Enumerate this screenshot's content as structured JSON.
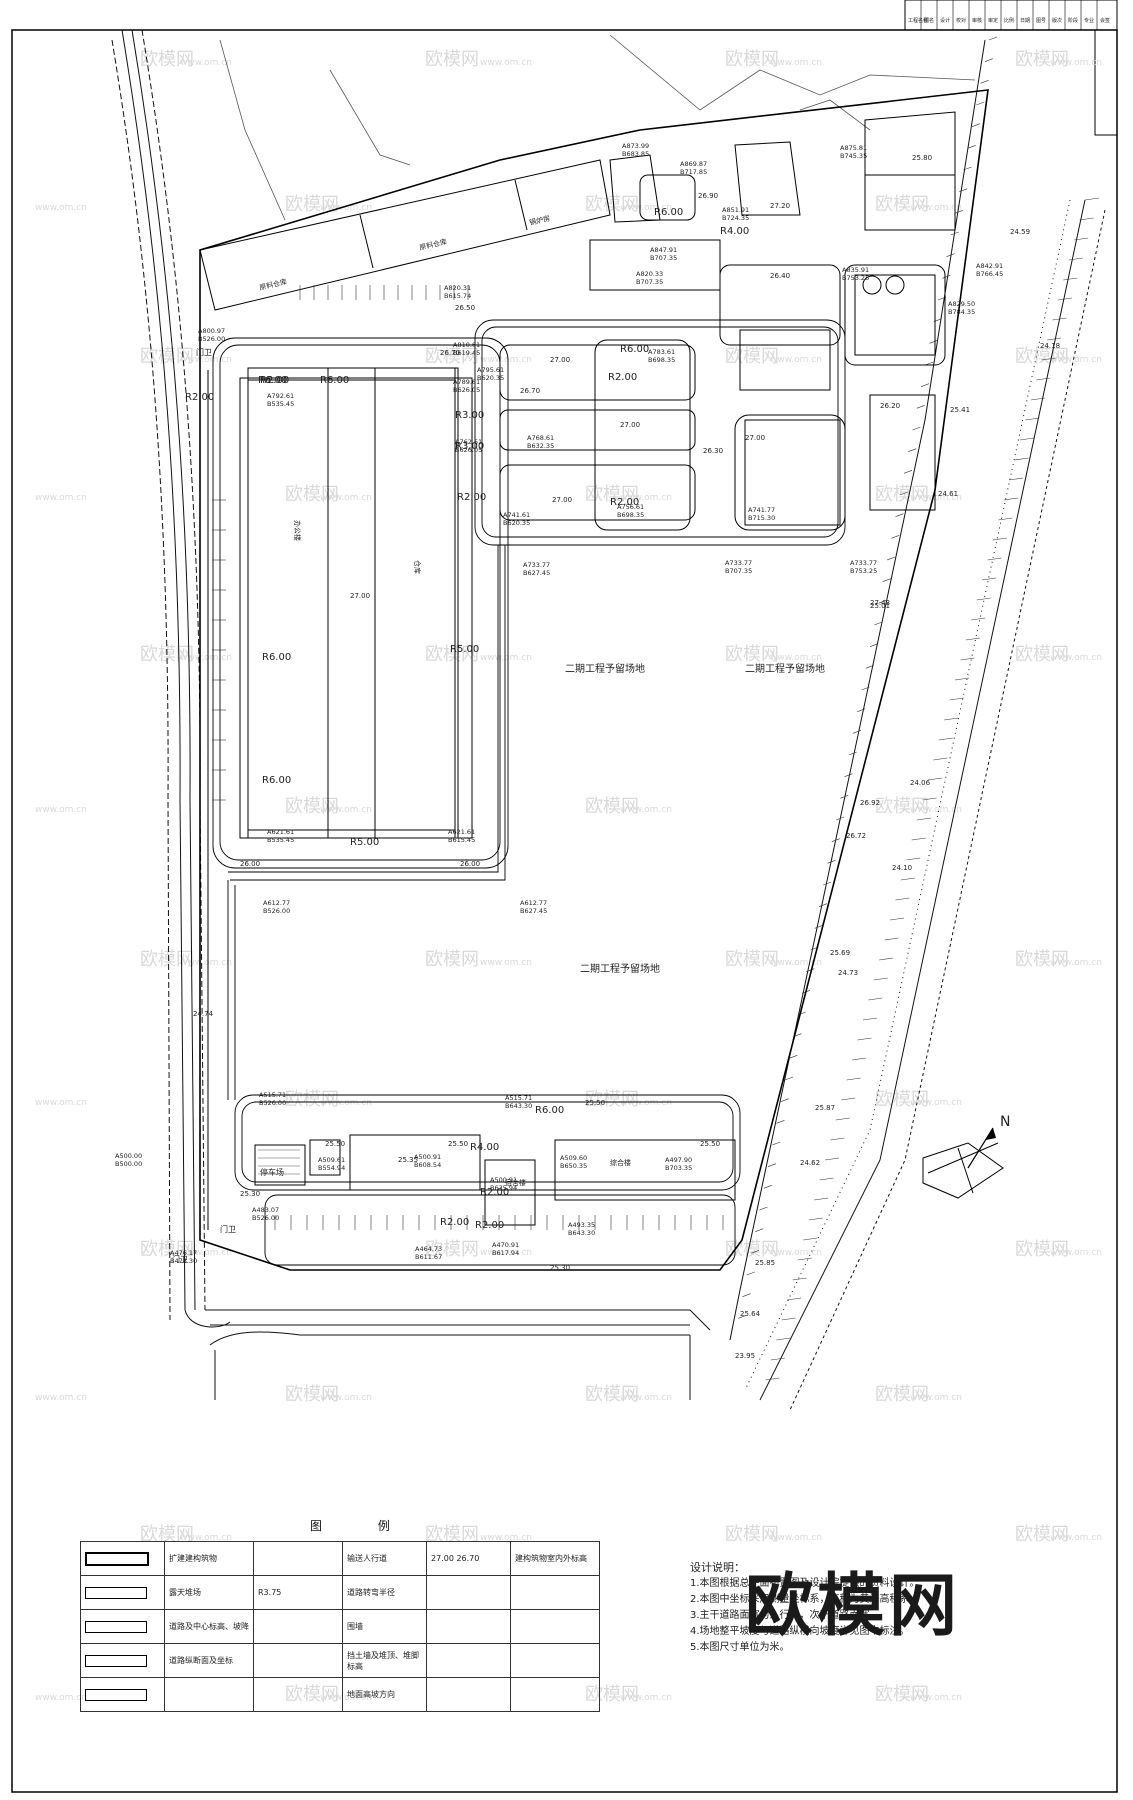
{
  "drawing": {
    "reserved_area_labels": [
      "二期工程予留场地",
      "二期工程予留场地",
      "二期工程予留场地"
    ],
    "gate_labels": [
      "门卫",
      "门卫",
      "门卫"
    ],
    "north_label": "N",
    "watermark_text": "欧模网",
    "watermark_url": "www.om.cn",
    "building_labels": [
      "原料仓库",
      "原料仓库",
      "锅炉房",
      "办公楼",
      "仓库",
      "停车场",
      "综合楼",
      "宿舍楼"
    ],
    "coordinate_tags": [
      {
        "a": "A873.99",
        "b": "B683.85"
      },
      {
        "a": "A869.87",
        "b": "B717.85"
      },
      {
        "a": "A875.81",
        "b": "B745.35"
      },
      {
        "a": "A851.91",
        "b": "B724.35"
      },
      {
        "a": "A847.91",
        "b": "B707.35"
      },
      {
        "a": "A835.91",
        "b": "B753.25"
      },
      {
        "a": "A842.91",
        "b": "B766.45"
      },
      {
        "a": "A820.31",
        "b": "B615.74"
      },
      {
        "a": "A820.33",
        "b": "B707.35"
      },
      {
        "a": "A829.50",
        "b": "B784.35"
      },
      {
        "a": "A810.61",
        "b": "B619.45"
      },
      {
        "a": "A800.97",
        "b": "B526.00"
      },
      {
        "a": "A795.61",
        "b": "B620.35"
      },
      {
        "a": "A792.61",
        "b": "B535.45"
      },
      {
        "a": "A789.61",
        "b": "B626.05"
      },
      {
        "a": "A783.61",
        "b": "B698.35"
      },
      {
        "a": "A768.61",
        "b": "B632.35"
      },
      {
        "a": "A762.61",
        "b": "B626.05"
      },
      {
        "a": "A756.61",
        "b": "B698.35"
      },
      {
        "a": "A741.61",
        "b": "B620.35"
      },
      {
        "a": "A741.77",
        "b": "B715.30"
      },
      {
        "a": "A733.77",
        "b": "B627.45"
      },
      {
        "a": "A733.77",
        "b": "B707.35"
      },
      {
        "a": "A733.77",
        "b": "B753.25"
      },
      {
        "a": "A621.61",
        "b": "B535.45"
      },
      {
        "a": "A621.61",
        "b": "B615.45"
      },
      {
        "a": "A612.77",
        "b": "B526.00"
      },
      {
        "a": "A612.77",
        "b": "B627.45"
      },
      {
        "a": "A515.71",
        "b": "B526.00"
      },
      {
        "a": "A515.71",
        "b": "B643.30"
      },
      {
        "a": "A509.61",
        "b": "B554.94"
      },
      {
        "a": "A500.91",
        "b": "B608.54"
      },
      {
        "a": "A500.91",
        "b": "B635.94"
      },
      {
        "a": "A509.60",
        "b": "B650.35"
      },
      {
        "a": "A500.00",
        "b": "B500.00"
      },
      {
        "a": "A497.90",
        "b": "B703.35"
      },
      {
        "a": "A493.35",
        "b": "B643.30"
      },
      {
        "a": "A483.07",
        "b": "B526.00"
      },
      {
        "a": "A470.91",
        "b": "B617.94"
      },
      {
        "a": "A464.73",
        "b": "B611.67"
      },
      {
        "a": "A476.17",
        "b": "B478.30"
      }
    ],
    "radius_labels": [
      "R6.00",
      "R6.00",
      "R6.00",
      "R6.00",
      "R6.00",
      "R6.00",
      "R6.00",
      "R5.00",
      "R5.00",
      "R4.00",
      "R4.00",
      "R3.00",
      "R3.00",
      "R2.00",
      "R2.00",
      "R2.00",
      "R2.00",
      "R2.00",
      "R2.00",
      "R2.00",
      "R2.00"
    ],
    "elevation_labels": [
      "27.00",
      "27.00",
      "27.00",
      "27.00",
      "27.00",
      "27.20",
      "25.80",
      "26.90",
      "26.70",
      "26.70",
      "26.50",
      "26.40",
      "26.20",
      "26.30",
      "26.00",
      "26.00",
      "25.50",
      "25.50",
      "25.50",
      "25.50",
      "25.30",
      "25.30",
      "24.74",
      "24.59",
      "24.18",
      "24.61",
      "24.06",
      "24.10",
      "24.73",
      "24.62",
      "25.85",
      "25.64",
      "23.95",
      "27.43",
      "26.92",
      "26.72",
      "25.69",
      "25.87",
      "25.35",
      "25.41",
      "25.01"
    ]
  },
  "legend": {
    "title": "图 例",
    "rows": [
      [
        "扩建建构筑物",
        "",
        "输送人行道",
        "",
        "建构筑物室内外标高"
      ],
      [
        "露天堆场",
        "R3.75",
        "道路转弯半径",
        "",
        ""
      ],
      [
        "道路及中心标高、坡降",
        "",
        "围墙",
        "",
        ""
      ],
      [
        "道路纵断面及坐标",
        "",
        "挡土墙及堆顶、堆脚标高",
        "",
        ""
      ],
      [
        "",
        "",
        "地面高坡方向",
        "",
        ""
      ]
    ],
    "symbol_elev_a": "27.00",
    "symbol_elev_b": "26.70"
  },
  "notes": {
    "heading": "设计说明：",
    "items": [
      "1.本图根据总平面布置图及设计院提供的资料设计。",
      "2.本图中坐标采用测量坐标系，高程为黄海高程系。",
      "3.主干道路面宽为人行道，次干道路面宽。",
      "4.场地整平坡度与道路纵横向坡度详见图中标注。",
      "5.本图尺寸单位为米。"
    ]
  },
  "brand": {
    "text": "欧模网"
  },
  "title_block": {
    "cells": [
      "工程名称",
      "图名",
      "设计",
      "校对",
      "审核",
      "审定",
      "比例",
      "日期",
      "图号",
      "版次",
      "阶段",
      "专业",
      "会签"
    ]
  }
}
